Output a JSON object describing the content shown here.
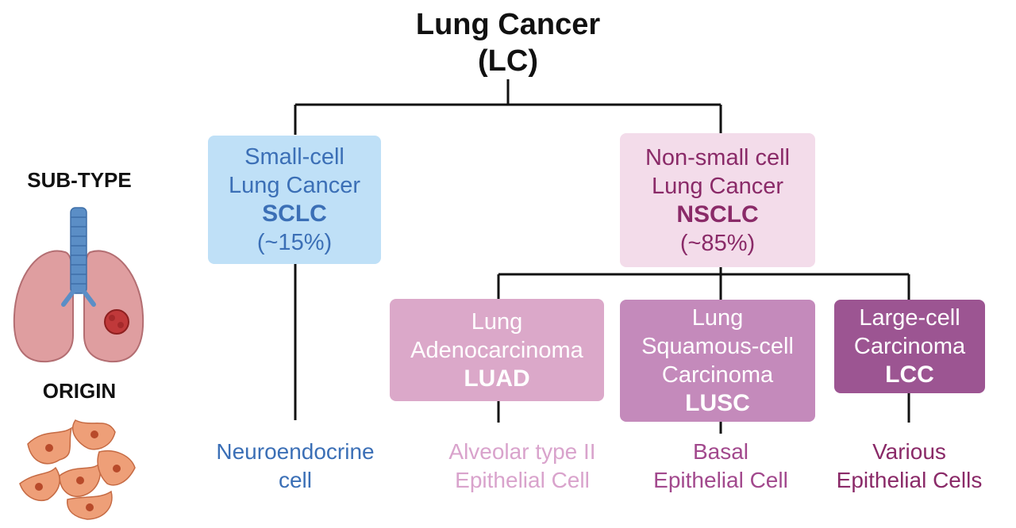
{
  "title": {
    "line1": "Lung Cancer",
    "line2": "(LC)"
  },
  "side": {
    "subtype_label": "SUB-TYPE",
    "origin_label": "ORIGIN",
    "lung_icon": "lungs-with-tumor-icon",
    "cells_icon": "epithelial-cells-icon"
  },
  "subtypes": {
    "sclc": {
      "line1": "Small-cell",
      "line2": "Lung Cancer",
      "abbr": "SCLC",
      "pct": "(~15%)",
      "bg": "#bfe0f7",
      "fg": "#3b6fb6"
    },
    "nsclc": {
      "line1": "Non-small cell",
      "line2": "Lung Cancer",
      "abbr": "NSCLC",
      "pct": "(~85%)",
      "bg": "#f3dcea",
      "fg": "#8a2a68"
    }
  },
  "nsclc_subtypes": {
    "luad": {
      "line1": "Lung",
      "line2": "Adenocarcinoma",
      "abbr": "LUAD",
      "bg": "#dba8c9",
      "fg": "#ffffff"
    },
    "lusc": {
      "line1": "Lung",
      "line2": "Squamous-cell",
      "line3": "Carcinoma",
      "abbr": "LUSC",
      "bg": "#c48abb",
      "fg": "#ffffff"
    },
    "lcc": {
      "line1": "Large-cell",
      "line2": "Carcinoma",
      "abbr": "LCC",
      "bg": "#9c5592",
      "fg": "#ffffff"
    }
  },
  "origins": {
    "sclc": {
      "line1": "Neuroendocrine",
      "line2": "cell",
      "color": "#3b6fb6"
    },
    "luad": {
      "line1": "Alveolar type II",
      "line2": "Epithelial Cell",
      "color": "#d9a3cc"
    },
    "lusc": {
      "line1": "Basal",
      "line2": "Epithelial Cell",
      "color": "#a2498d"
    },
    "lcc": {
      "line1": "Various",
      "line2": "Epithelial Cells",
      "color": "#8a2a68"
    }
  }
}
